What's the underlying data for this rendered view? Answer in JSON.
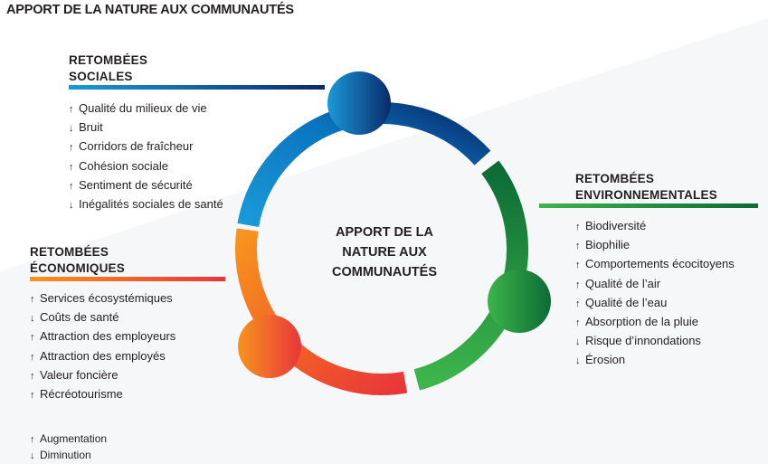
{
  "title": "APPORT DE LA NATURE AUX COMMUNAUTÉS",
  "center_label": [
    "APPORT DE LA",
    "NATURE AUX",
    "COMMUNAUTÉS"
  ],
  "icons": {
    "up": "↑",
    "down": "↓"
  },
  "colors": {
    "social": "#0a8fd3",
    "social_dark": "#0a2a6b",
    "environment": "#2e9e45",
    "environment_dark": "#0c6b35",
    "economic_orange": "#f7941d",
    "economic_red": "#e8363a",
    "text": "#231f20"
  },
  "sections": {
    "social": {
      "heading": [
        "RETOMBÉES",
        "SOCIALES"
      ],
      "items": [
        {
          "dir": "up",
          "label": "Qualité du milieux de vie"
        },
        {
          "dir": "down",
          "label": "Bruit"
        },
        {
          "dir": "up",
          "label": "Corridors de fraîcheur"
        },
        {
          "dir": "up",
          "label": "Cohésion sociale"
        },
        {
          "dir": "up",
          "label": "Sentiment de sécurité"
        },
        {
          "dir": "down",
          "label": "Inégalités sociales de santé"
        }
      ]
    },
    "environment": {
      "heading": [
        "RETOMBÉES",
        "ENVIRONNEMENTALES"
      ],
      "items": [
        {
          "dir": "up",
          "label": "Biodiversité"
        },
        {
          "dir": "up",
          "label": "Biophilie"
        },
        {
          "dir": "up",
          "label": "Comportements écocitoyens"
        },
        {
          "dir": "up",
          "label": "Qualité de l’air"
        },
        {
          "dir": "up",
          "label": "Qualité de l’eau"
        },
        {
          "dir": "up",
          "label": "Absorption de la pluie"
        },
        {
          "dir": "down",
          "label": "Risque d’innondations"
        },
        {
          "dir": "down",
          "label": "Érosion"
        }
      ]
    },
    "economic": {
      "heading": [
        "RETOMBÉES",
        "ÉCONOMIQUES"
      ],
      "items": [
        {
          "dir": "up",
          "label": "Services écosystémiques"
        },
        {
          "dir": "down",
          "label": "Coûts de santé"
        },
        {
          "dir": "up",
          "label": "Attraction des employeurs"
        },
        {
          "dir": "up",
          "label": "Attraction des employés"
        },
        {
          "dir": "up",
          "label": "Valeur foncière"
        },
        {
          "dir": "up",
          "label": "Récréotourisme"
        }
      ]
    }
  },
  "legend": [
    {
      "dir": "up",
      "label": "Augmentation"
    },
    {
      "dir": "down",
      "label": "Diminution"
    }
  ]
}
